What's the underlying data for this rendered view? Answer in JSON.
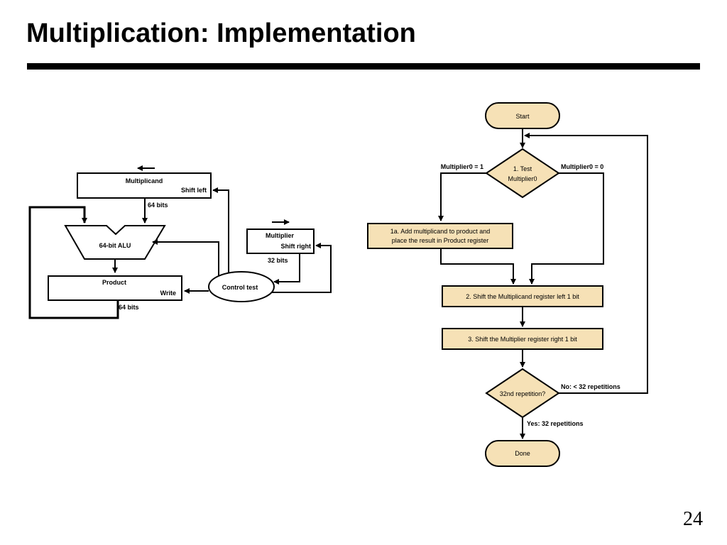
{
  "slide": {
    "title": "Multiplication:  Implementation",
    "page_number": "24"
  },
  "hardware": {
    "multiplicand": "Multiplicand",
    "shift_left": "Shift left",
    "bits_64_top": "64 bits",
    "alu": "64-bit ALU",
    "product": "Product",
    "write": "Write",
    "bits_64_bottom": "64 bits",
    "multiplier": "Multiplier",
    "shift_right": "Shift right",
    "bits_32": "32 bits",
    "control": "Control test"
  },
  "flowchart": {
    "start": "Start",
    "test_line1": "1. Test",
    "test_line2": "Multiplier0",
    "branch_one": "Multiplier0 = 1",
    "branch_zero": "Multiplier0 = 0",
    "step1a_line1": "1a. Add multiplicand to product and",
    "step1a_line2": "place the result in Product register",
    "step2": "2. Shift the Multiplicand register left 1 bit",
    "step3": "3. Shift the Multiplier register right 1 bit",
    "check_label": "32nd repetition?",
    "no_label": "No: < 32 repetitions",
    "yes_label": "Yes: 32 repetitions",
    "done": "Done"
  },
  "colors": {
    "box_fill": "#f6e1b6",
    "line": "#000000"
  }
}
